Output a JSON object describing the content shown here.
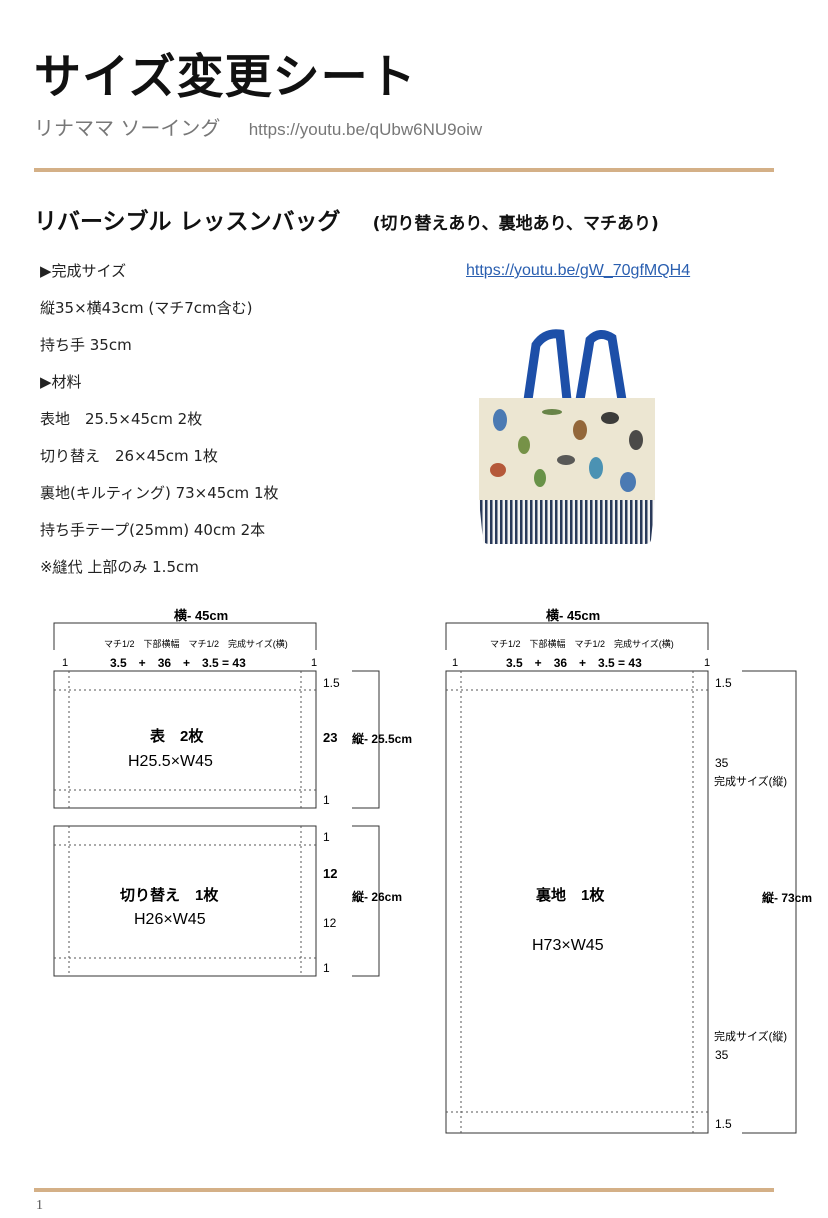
{
  "header": {
    "title": "サイズ変更シート",
    "author": "リナママ ソーイング",
    "author_url": "https://youtu.be/qUbw6NU9oiw"
  },
  "project": {
    "title": "リバーシブル レッスンバッグ",
    "subtitle": "(切り替えあり、裏地あり、マチあり)",
    "video_url": "https://youtu.be/gW_70gfMQH4"
  },
  "specs": {
    "finished_heading": "▶完成サイズ",
    "size": "縦35×横43cm (マチ7cm含む)",
    "handle": "持ち手 35cm",
    "materials_heading": "▶材料",
    "outer": "表地　25.5×45cm 2枚",
    "switch": "切り替え　26×45cm 1枚",
    "lining": "裏地(キルティング)  73×45cm 1枚",
    "tape": "持ち手テープ(25mm)  40cm 2本",
    "seam_mark": "※",
    "seam_word": "縫代",
    "seam_rest": " 上部のみ 1.5cm"
  },
  "diagram_left": {
    "width_title": "横- 45cm",
    "header_labels": "マチ1/2　下部横幅　マチ1/2　完成サイズ(横)",
    "formula": "3.5　+　36　+　3.5 = 43",
    "seam_left": "1",
    "seam_right": "1",
    "outer_piece": {
      "name": "表　2枚",
      "size": "H25.5×W45",
      "top_margin": "1.5",
      "middle": "23",
      "bottom_margin": "1",
      "height_label": "縦- 25.5cm"
    },
    "switch_piece": {
      "name": "切り替え　1枚",
      "size": "H26×W45",
      "top_margin": "1",
      "upper": "12",
      "lower": "12",
      "bottom_margin": "1",
      "height_label": "縦- 26cm"
    }
  },
  "diagram_right": {
    "width_title": "横- 45cm",
    "header_labels": "マチ1/2　下部横幅　マチ1/2　完成サイズ(横)",
    "formula": "3.5　+　36　+　3.5 = 43",
    "seam_left": "1",
    "seam_right": "1",
    "lining_piece": {
      "name": "裏地　1枚",
      "size": "H73×W45",
      "top_margin": "1.5",
      "upper_value": "35",
      "upper_label": "完成サイズ(縦)",
      "lower_label": "完成サイズ(縦)",
      "lower_value": "35",
      "bottom_margin": "1.5",
      "height_label": "縦- 73cm"
    }
  },
  "footer": {
    "page": "1"
  },
  "colors": {
    "accent_rule": "#d4b087",
    "link": "#2a5fb0",
    "highlight": "#d94a2a",
    "bag_handle": "#1d4fa8"
  }
}
